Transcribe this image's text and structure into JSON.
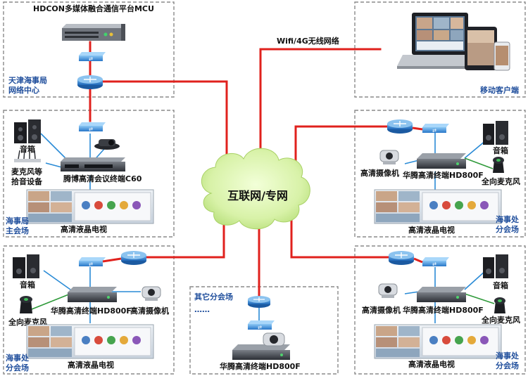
{
  "title_mcu": "HDCON多媒体融合通信平台MCU",
  "wifi_label": "Wifi/4G无线网络",
  "cloud_label": "互联网/专网",
  "tianjin": {
    "line1": "天津海事局",
    "line2": "网络中心"
  },
  "mobile": {
    "label": "移动客户端"
  },
  "main_venue": {
    "speaker": "音箱",
    "mic_line1": "麦克风等",
    "mic_line2": "拾音设备",
    "terminal": "腾博高清会议终端C60",
    "tv": "高清液晶电视",
    "name_line1": "海事局",
    "name_line2": "主会场"
  },
  "right_top": {
    "camera": "高清摄像机",
    "terminal": "华腾高清终端HD800F",
    "speaker": "音箱",
    "mic": "全向麦克风",
    "tv": "高清液晶电视",
    "name_line1": "海事处",
    "name_line2": "分会场"
  },
  "left_bottom": {
    "speaker": "音箱",
    "mic": "全向麦克风",
    "terminal": "华腾高清终端HD800F",
    "camera": "高清摄像机",
    "tv": "高清液晶电视",
    "name_line1": "海事处",
    "name_line2": "分会场"
  },
  "other": {
    "line1": "其它分会场",
    "line2": "……",
    "terminal": "华腾高清终端HD800F"
  },
  "right_bottom": {
    "speaker": "音箱",
    "camera": "高清摄像机",
    "terminal": "华腾高清终端HD800F",
    "mic": "全向麦克风",
    "tv": "高清液晶电视",
    "name_line1": "海事处",
    "name_line2": "分会场"
  },
  "colors": {
    "link_red": "#e0211d",
    "link_blue": "#2a8bd6",
    "link_green": "#2f9a3a",
    "label_blue": "#1f4e9c",
    "box_border": "#8a8a8a"
  }
}
